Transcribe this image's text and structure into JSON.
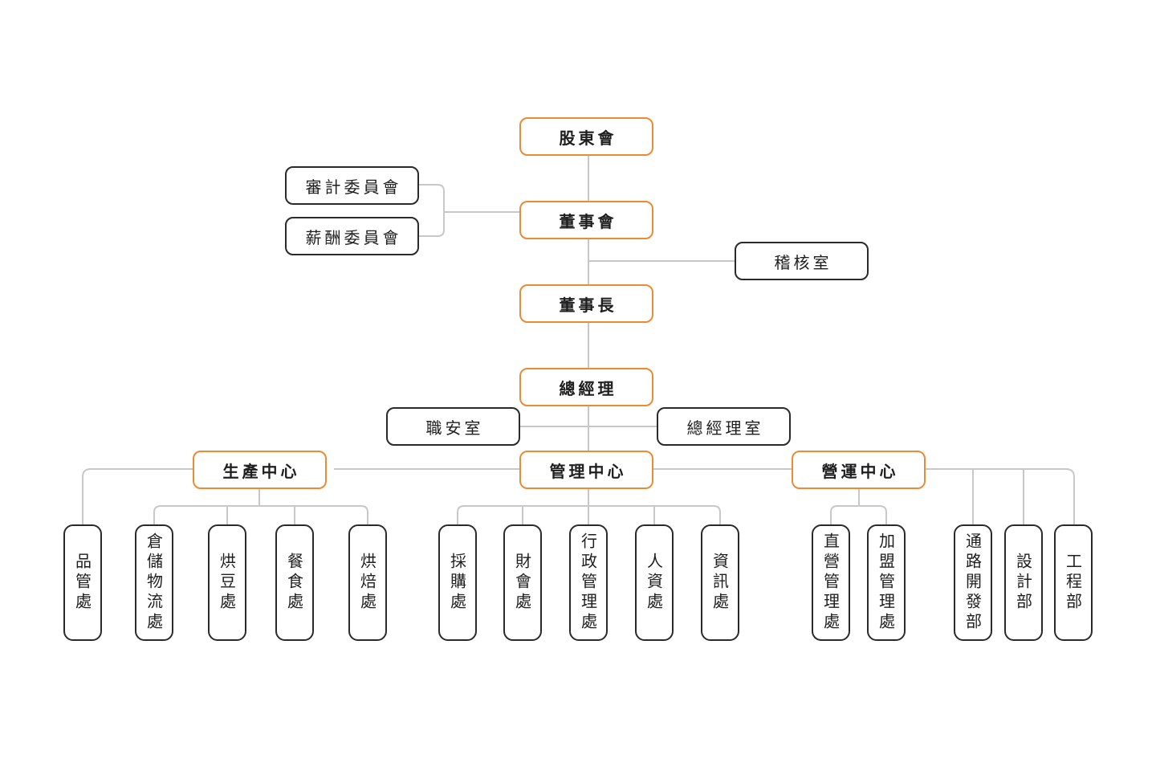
{
  "top": {
    "shareholders": "股東會",
    "board": "董事會",
    "chairman": "董事長",
    "gm": "總經理"
  },
  "committees": {
    "audit": "審計委員會",
    "remuneration": "薪酬委員會"
  },
  "audit_office": "稽核室",
  "gm_side": {
    "safety": "職安室",
    "gm_office": "總經理室"
  },
  "centers": {
    "production": "生產中心",
    "management": "管理中心",
    "operations": "營運中心"
  },
  "departments": {
    "quality": "品管處",
    "warehouse": "倉儲物流處",
    "roasting": "烘豆處",
    "catering": "餐食處",
    "baking": "烘焙處",
    "purchasing": "採購處",
    "finance": "財會處",
    "admin": "行政管理處",
    "hr": "人資處",
    "it": "資訊處",
    "direct": "直營管理處",
    "franchise": "加盟管理處",
    "channel": "通路開發部",
    "design": "設計部",
    "engineering": "工程部"
  },
  "colors": {
    "accent": "#ec8b33",
    "border": "#2a2a2a",
    "line": "#c8c8c8"
  }
}
